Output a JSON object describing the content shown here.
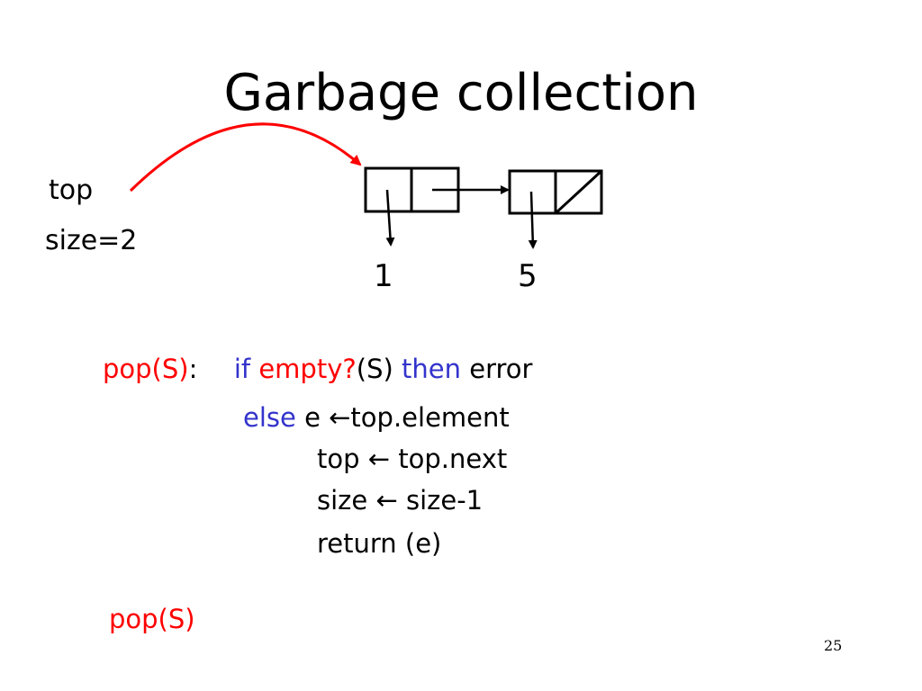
{
  "slide": {
    "title": "Garbage collection",
    "page_number": "25"
  },
  "state": {
    "top_label": "top",
    "size_label": "size=2"
  },
  "list": {
    "node1_value": "1",
    "node2_value": "5"
  },
  "code": {
    "func": "pop(S)",
    "colon": ":",
    "if_kw": "if",
    "empty_fn": "empty?",
    "empty_arg": "(S)",
    "then_kw": "then",
    "error": "error",
    "else_kw": "else",
    "line2_rest": "e ←top.element",
    "line3": "top ← top.next",
    "line4": "size ← size-1",
    "line5": "return (e)"
  },
  "call": {
    "label": "pop(S)"
  },
  "colors": {
    "keyword": "#3333cc",
    "highlight": "#ff0000",
    "pointer_arrow": "#ff0000"
  }
}
